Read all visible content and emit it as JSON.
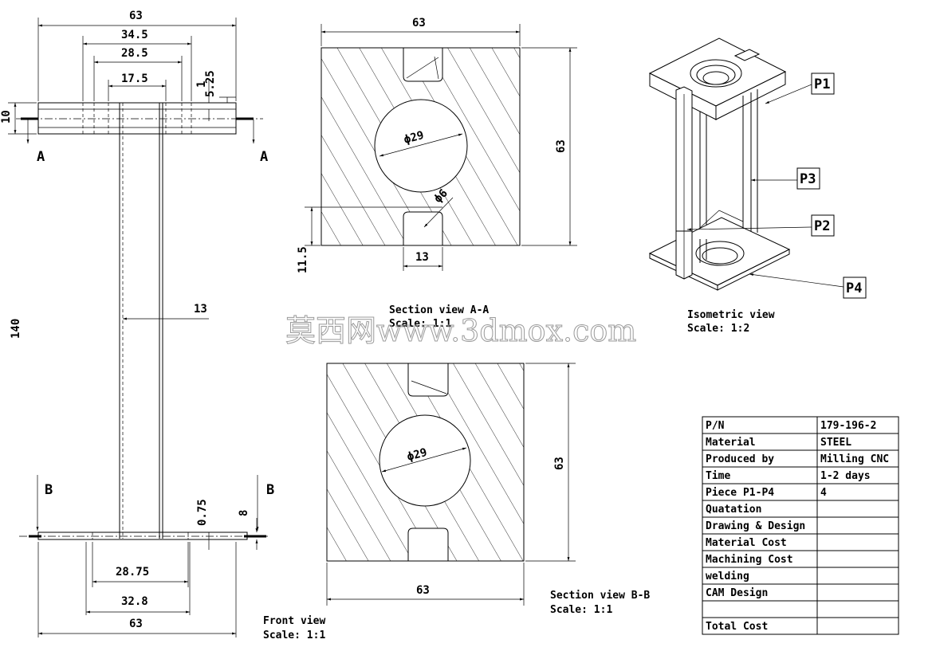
{
  "front_view": {
    "dims": {
      "w63_top": "63",
      "w34_5": "34.5",
      "w28_5": "28.5",
      "w17_5": "17.5",
      "d1": "1",
      "d5_25": "5.25",
      "h10": "10",
      "h140": "140",
      "d13": "13",
      "d0_75": "0.75",
      "d8": "8",
      "w28_75": "28.75",
      "w32_8": "32.8",
      "w63_bot": "63"
    },
    "markers": {
      "a_left": "A",
      "a_right": "A",
      "b_left": "B",
      "b_right": "B"
    },
    "caption": "Front view",
    "scale": "Scale:  1:1"
  },
  "section_a": {
    "dims": {
      "w63": "63",
      "h63": "63",
      "hole": "ϕ29",
      "small": "ϕ6",
      "h11_5": "11.5",
      "w13": "13"
    },
    "caption": "Section view A-A",
    "scale": "Scale:  1:1"
  },
  "section_b": {
    "dims": {
      "h63": "63",
      "hole": "ϕ29",
      "w63": "63"
    },
    "caption": "Section view B-B",
    "scale": "Scale:  1:1"
  },
  "isometric": {
    "labels": {
      "p1": "P1",
      "p2": "P2",
      "p3": "P3",
      "p4": "P4"
    },
    "caption": "Isometric view",
    "scale": "Scale:  1:2"
  },
  "watermark": "莫西网www.3dmox.com",
  "title_block": {
    "rows": [
      {
        "label": "P/N",
        "value": "179-196-2"
      },
      {
        "label": "Material",
        "value": "STEEL"
      },
      {
        "label": "Produced by",
        "value": "Milling CNC"
      },
      {
        "label": "Time",
        "value": "1-2 days"
      },
      {
        "label": "Piece P1-P4",
        "value": "4"
      },
      {
        "label": "Quatation",
        "value": ""
      },
      {
        "label": "Drawing & Design",
        "value": ""
      },
      {
        "label": "Material Cost",
        "value": ""
      },
      {
        "label": "Machining Cost",
        "value": ""
      },
      {
        "label": "welding",
        "value": ""
      },
      {
        "label": "CAM Design",
        "value": ""
      },
      {
        "label": "",
        "value": ""
      },
      {
        "label": "Total Cost",
        "value": ""
      }
    ]
  }
}
